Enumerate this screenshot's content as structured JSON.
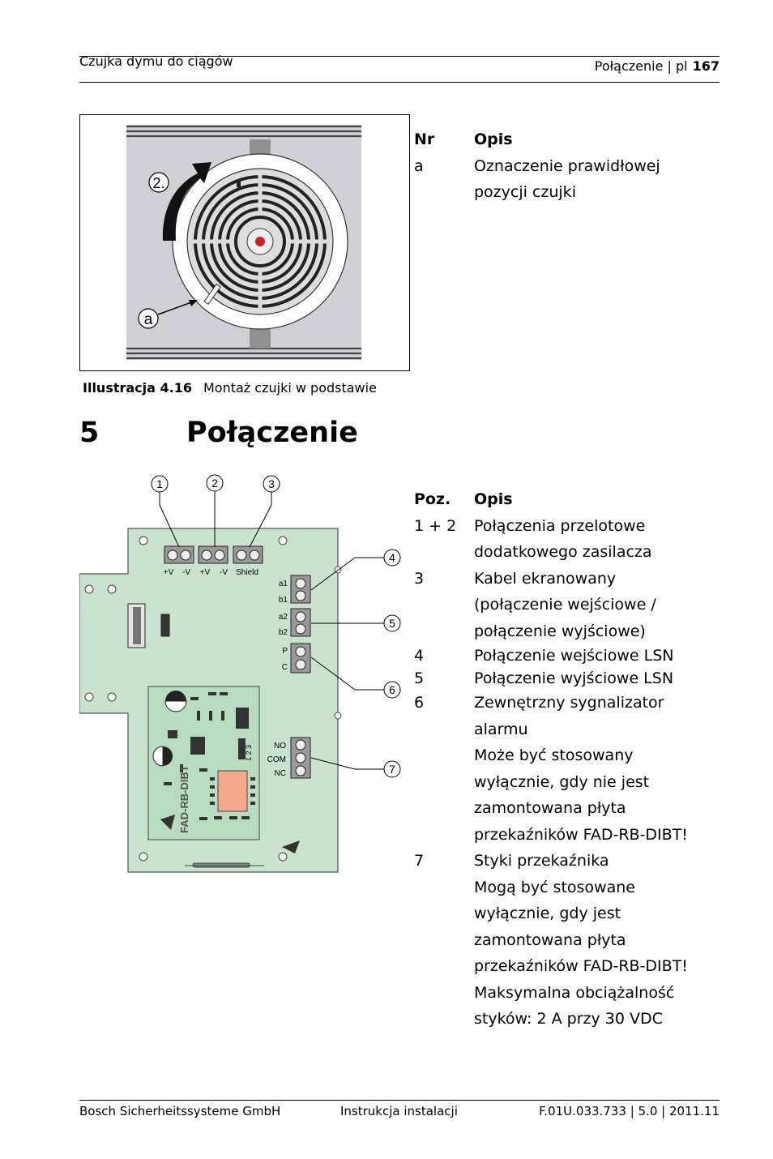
{
  "header": {
    "doc_title": "Czujka dymu do ciągów",
    "section": "Połączenie | pl",
    "page_number": "167"
  },
  "figure1": {
    "label_2": "2.",
    "label_a": "a",
    "caption_label": "Illustracja  4.16",
    "caption_text": "Montaż czujki w podstawie"
  },
  "table1": {
    "col1": "Nr",
    "col2": "Opis",
    "rows": [
      {
        "nr": "a",
        "opis": "Oznaczenie prawidłowej pozycji czujki"
      }
    ]
  },
  "chapter": {
    "number": "5",
    "title": "Połączenie"
  },
  "figure2": {
    "callouts": [
      "1",
      "2",
      "3",
      "4",
      "5",
      "6",
      "7"
    ],
    "terminal_labels": [
      "+V",
      "-V",
      "+V",
      "-V",
      "Shield"
    ],
    "side_labels": [
      "a1",
      "b1",
      "a2",
      "b2",
      "P",
      "C"
    ],
    "relay_labels": [
      "NO",
      "COM",
      "NC"
    ],
    "board_name": "FAD-RB-DIBT",
    "jumper_digits": "1  2  3"
  },
  "table2": {
    "col1": "Poz.",
    "col2": "Opis",
    "rows": [
      {
        "poz": "1 + 2",
        "opis": "Połączenia przelotowe dodatkowego zasilacza"
      },
      {
        "poz": "3",
        "opis": "Kabel ekranowany (połączenie wejściowe / połączenie wyjściowe)"
      },
      {
        "poz": "4",
        "opis": "Połączenie wejściowe LSN"
      },
      {
        "poz": "5",
        "opis": "Połączenie wyjściowe LSN"
      },
      {
        "poz": "6",
        "opis": "Zewnętrzny sygnalizator alarmu"
      },
      {
        "poz": "",
        "opis": "Może być stosowany wyłącznie, gdy nie jest zamontowana płyta przekaźników FAD-RB-DIBT!"
      },
      {
        "poz": "7",
        "opis": "Styki przekaźnika"
      },
      {
        "poz": "",
        "opis": "Mogą być stosowane wyłącznie, gdy jest zamontowana płyta przekaźników FAD-RB-DIBT!"
      },
      {
        "poz": "",
        "opis": "Maksymalna obciążalność styków: 2 A przy 30 VDC"
      }
    ]
  },
  "footer": {
    "company": "Bosch Sicherheitssysteme GmbH",
    "doc_type": "Instrukcja instalacji",
    "doc_ref": "F.01U.033.733 | 5.0 | 2011.11"
  }
}
